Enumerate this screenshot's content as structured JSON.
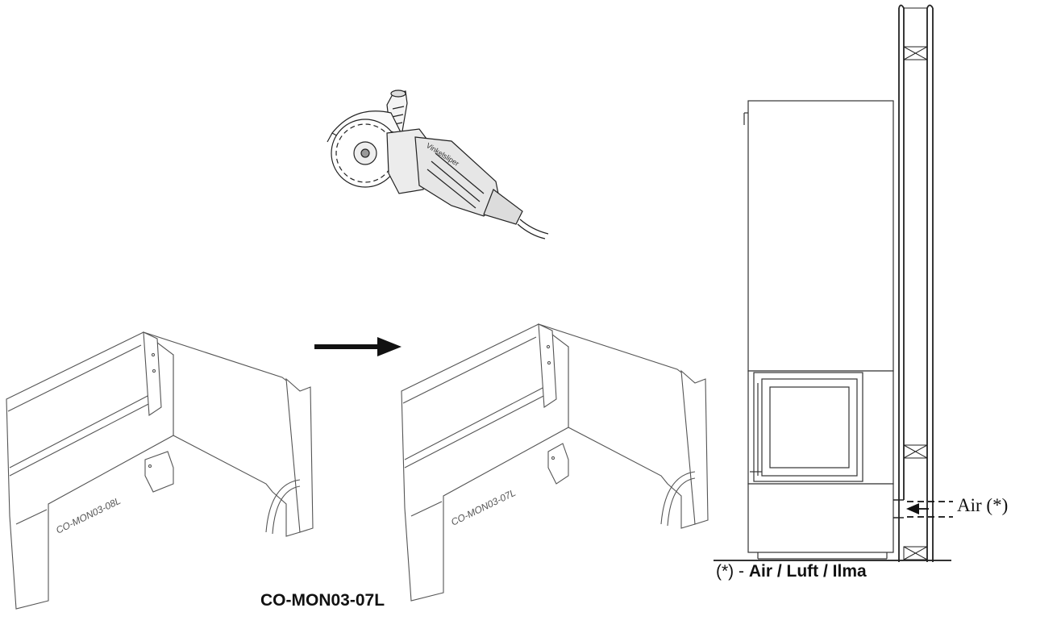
{
  "grinder": {
    "brand_text": "Vinkelsliper"
  },
  "left_brick": {
    "code": "CO-MON03-08L"
  },
  "right_brick": {
    "code": "CO-MON03-07L"
  },
  "caption_left": "CO-MON03-07L",
  "air": {
    "label": "Air (*)"
  },
  "caption_right": {
    "prefix": "(*) - ",
    "text": "Air / Luft / Ilma"
  }
}
